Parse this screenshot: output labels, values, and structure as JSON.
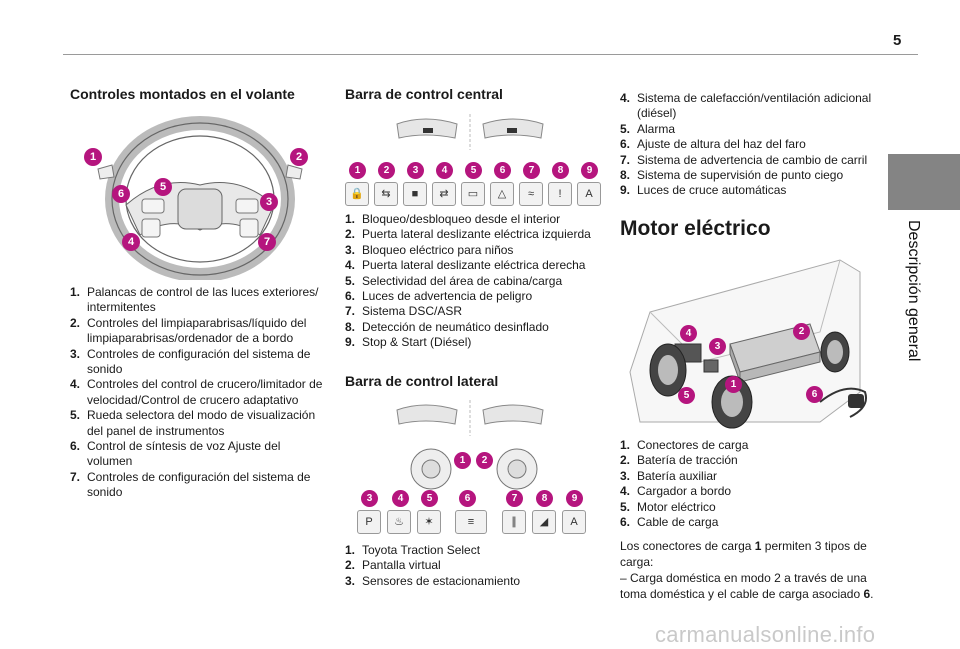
{
  "page_number": "5",
  "side_tab_title": "Descripción general",
  "col1": {
    "title": "Controles montados en el volante",
    "items": [
      {
        "n": "1.",
        "text": "Palancas de control de las luces exteriores/ intermitentes"
      },
      {
        "n": "2.",
        "text": "Controles del limpiaparabrisas/líquido del limpiaparabrisas/ordenador de a bordo"
      },
      {
        "n": "3.",
        "text": "Controles de configuración del sistema de sonido"
      },
      {
        "n": "4.",
        "text": "Controles del control de crucero/limitador de velocidad/Control de crucero adaptativo"
      },
      {
        "n": "5.",
        "text": "Rueda selectora del modo de visualización del panel de instrumentos"
      },
      {
        "n": "6.",
        "text": "Control de síntesis de voz Ajuste del volumen"
      },
      {
        "n": "7.",
        "text": "Controles de configuración del sistema de sonido"
      }
    ],
    "callouts": [
      "1",
      "2",
      "3",
      "4",
      "5",
      "6",
      "7"
    ]
  },
  "col2": {
    "title_center": "Barra de control central",
    "center_callouts": [
      "1",
      "2",
      "3",
      "4",
      "5",
      "6",
      "7",
      "8",
      "9"
    ],
    "center_items": [
      {
        "n": "1.",
        "text": "Bloqueo/desbloqueo desde el interior"
      },
      {
        "n": "2.",
        "text": "Puerta lateral deslizante eléctrica izquierda"
      },
      {
        "n": "3.",
        "text": "Bloqueo eléctrico para niños"
      },
      {
        "n": "4.",
        "text": "Puerta lateral deslizante eléctrica derecha"
      },
      {
        "n": "5.",
        "text": "Selectividad del área de cabina/carga"
      },
      {
        "n": "6.",
        "text": "Luces de advertencia de peligro"
      },
      {
        "n": "7.",
        "text": "Sistema DSC/ASR"
      },
      {
        "n": "8.",
        "text": "Detección de neumático desinflado"
      },
      {
        "n": "9.",
        "text": "Stop & Start (Diésel)"
      }
    ],
    "title_side": "Barra de control lateral",
    "side_callouts": [
      "1",
      "2",
      "3",
      "4",
      "5",
      "6",
      "7",
      "8",
      "9"
    ],
    "side_items": [
      {
        "n": "1.",
        "text": "Toyota Traction Select"
      },
      {
        "n": "2.",
        "text": "Pantalla virtual"
      },
      {
        "n": "3.",
        "text": "Sensores de estacionamiento"
      }
    ]
  },
  "col3": {
    "items_continued": [
      {
        "n": "4.",
        "text": "Sistema de calefacción/ventilación adicional (diésel)"
      },
      {
        "n": "5.",
        "text": "Alarma"
      },
      {
        "n": "6.",
        "text": "Ajuste de altura del haz del faro"
      },
      {
        "n": "7.",
        "text": "Sistema de advertencia de cambio de carril"
      },
      {
        "n": "8.",
        "text": "Sistema de supervisión de punto ciego"
      },
      {
        "n": "9.",
        "text": "Luces de cruce automáticas"
      }
    ],
    "section_title": "Motor eléctrico",
    "motor_callouts": [
      "1",
      "2",
      "3",
      "4",
      "5",
      "6"
    ],
    "motor_items": [
      {
        "n": "1.",
        "text": "Conectores de carga"
      },
      {
        "n": "2.",
        "text": "Batería de tracción"
      },
      {
        "n": "3.",
        "text": "Batería auxiliar"
      },
      {
        "n": "4.",
        "text": "Cargador a bordo"
      },
      {
        "n": "5.",
        "text": "Motor eléctrico"
      },
      {
        "n": "6.",
        "text": "Cable de carga"
      }
    ],
    "para_prefix": "Los conectores de carga ",
    "para_bold1": "1",
    "para_mid": " permiten 3 tipos de carga:",
    "para_line2": "– Carga doméstica en modo 2 a través de una toma doméstica y el cable de carga asociado ",
    "para_bold2": "6",
    "para_end": "."
  },
  "watermark": "carmanualsonline.info",
  "colors": {
    "callout": "#b5157e",
    "tab": "#848484",
    "rule": "#9a9a9a"
  }
}
